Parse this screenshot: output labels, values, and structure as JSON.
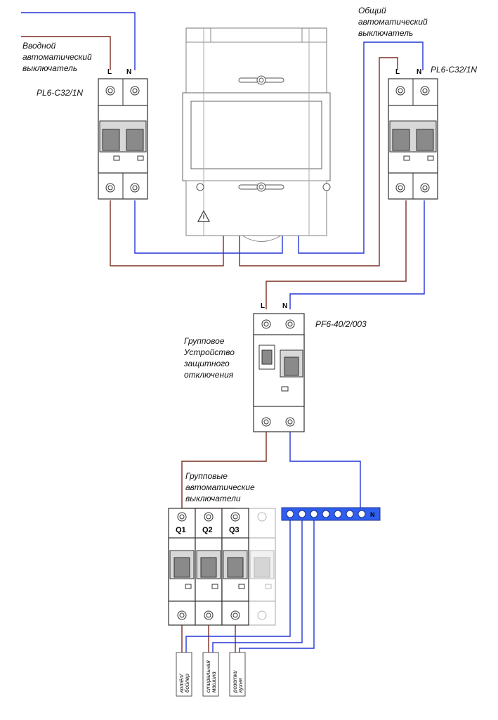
{
  "labels": {
    "input_breaker_line1": "Вводной",
    "input_breaker_line2": "автоматический",
    "input_breaker_line3": "выключатель",
    "input_breaker_model": "PL6-C32/1N",
    "main_breaker_line1": "Общий",
    "main_breaker_line2": "автоматический",
    "main_breaker_line3": "выключатель",
    "main_breaker_model": "PL6-C32/1N",
    "rcd_line1": "Групповое",
    "rcd_line2": "Устройство",
    "rcd_line3": "защитного",
    "rcd_line4": "отключения",
    "rcd_model": "PF6-40/2/003",
    "group_line1": "Групповые",
    "group_line2": "автоматические",
    "group_line3": "выключатели",
    "pole_l": "L",
    "pole_n": "N",
    "neutral_bus": "N"
  },
  "group_breakers": [
    "Q1",
    "Q2",
    "Q3"
  ],
  "cables": [
    {
      "line1": "котёл/",
      "line2": "бойлер"
    },
    {
      "line1": "стиральная",
      "line2": "машина"
    },
    {
      "line1": "розетки",
      "line2": "кухня"
    }
  ],
  "colors": {
    "phase_wire": "#7a2e22",
    "neutral_wire": "#2335d6",
    "neutral_bus": "#2f5ff0"
  }
}
